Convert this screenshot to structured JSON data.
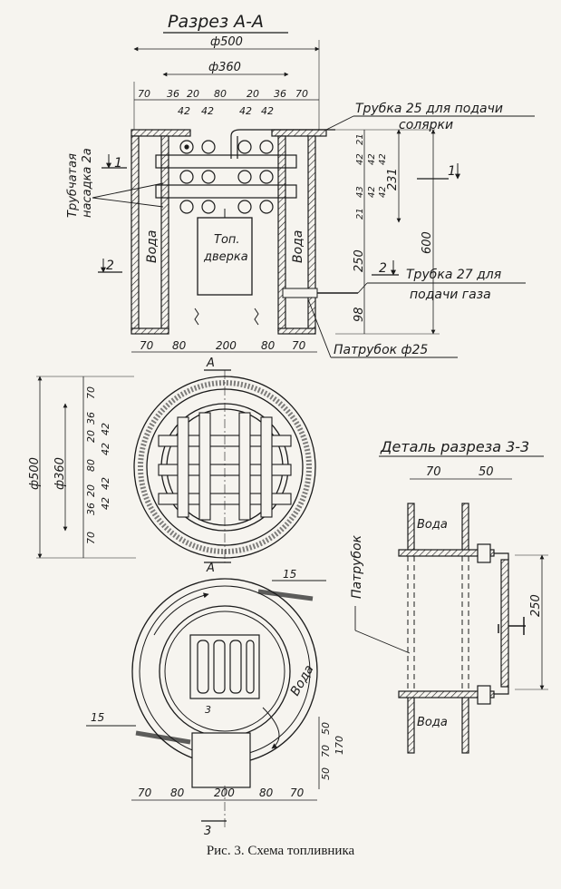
{
  "title": "Разрез А-А",
  "caption": "Рис. 3. Схема топливника",
  "section_view": {
    "dim_total": "ф500",
    "dim_inner": "ф360",
    "top_dims": [
      "70",
      "36",
      "20",
      "80",
      "20",
      "36",
      "70"
    ],
    "top_dims_sub": [
      "42",
      "42",
      "42",
      "42"
    ],
    "bottom_dims": [
      "70",
      "80",
      "200",
      "80",
      "70"
    ],
    "right_dims": [
      "21",
      "42",
      "42",
      "42",
      "43",
      "42",
      "42",
      "21",
      "231",
      "250",
      "98",
      "600"
    ],
    "label_nozzle_line1": "Трубчатая",
    "label_nozzle_line2": "насадка 2а",
    "label_tube25_line1": "Трубка 25 для подачи",
    "label_tube25_line2": "солярки",
    "label_tube27_line1": "Трубка 27 для",
    "label_tube27_line2": "подачи газа",
    "label_pipe": "Патрубок ф25",
    "label_water_left": "Вода",
    "label_water_right": "Вода",
    "label_door_line1": "Топ.",
    "label_door_line2": "дверка",
    "marker_1": "1",
    "marker_2_left": "2",
    "marker_2_right": "2",
    "marker_1_right": "1"
  },
  "plan_view": {
    "dim_outer": "ф500",
    "dim_inner": "ф360",
    "left_dims": [
      "70",
      "36",
      "20",
      "80",
      "20",
      "36",
      "70"
    ],
    "left_dims_sub": [
      "42",
      "42",
      "42",
      "42"
    ],
    "marker_a_top": "А",
    "marker_a_bottom": "А"
  },
  "bottom_view": {
    "label_15_top": "15",
    "label_15_left": "15",
    "label_water": "Вода",
    "label_3": "3",
    "marker_3": "3",
    "bottom_dims": [
      "70",
      "80",
      "200",
      "80",
      "70"
    ],
    "right_dims": [
      "50",
      "70",
      "50",
      "170"
    ]
  },
  "detail": {
    "title": "Деталь разреза 3-3",
    "dims_top": [
      "70",
      "50"
    ],
    "dim_right": "250",
    "label_water_top": "Вода",
    "label_water_bottom": "Вода",
    "label_pipe": "Патрубок"
  }
}
